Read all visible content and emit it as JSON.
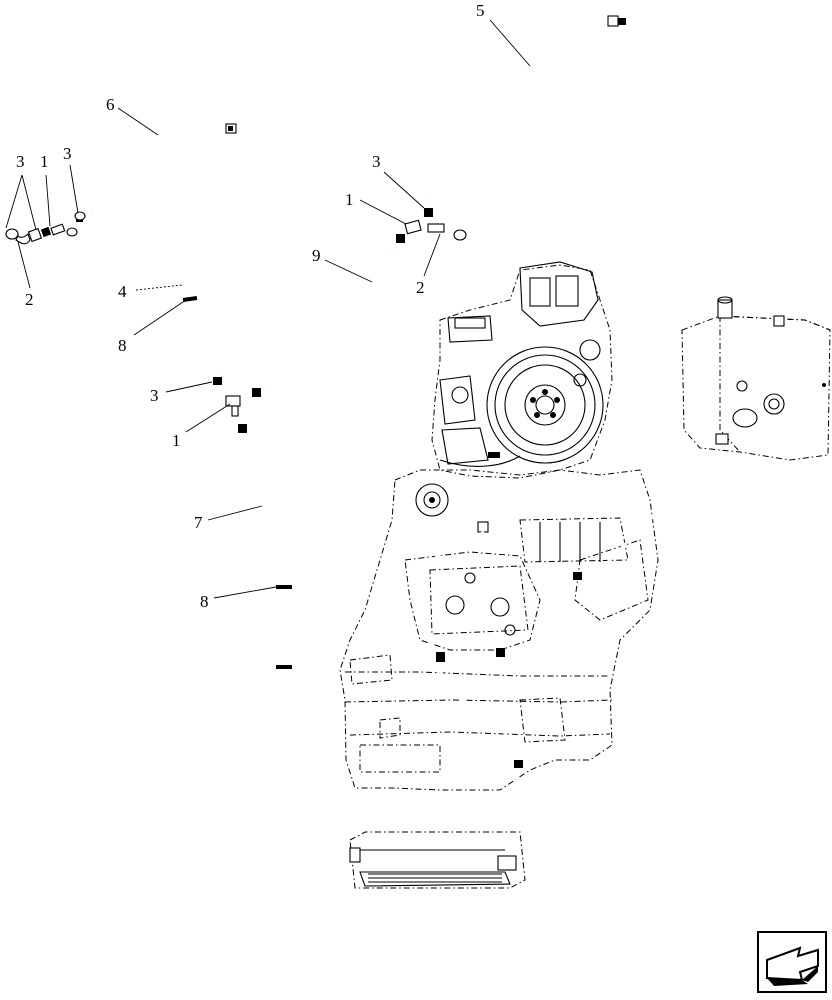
{
  "callouts": [
    {
      "id": "c3a",
      "text": "3"
    },
    {
      "id": "c1a",
      "text": "1"
    },
    {
      "id": "c3b",
      "text": "3"
    },
    {
      "id": "c2a",
      "text": "2"
    },
    {
      "id": "c6",
      "text": "6"
    },
    {
      "id": "c4",
      "text": "4"
    },
    {
      "id": "c8a",
      "text": "8"
    },
    {
      "id": "c3c",
      "text": "3"
    },
    {
      "id": "c1b",
      "text": "1"
    },
    {
      "id": "c7",
      "text": "7"
    },
    {
      "id": "c8b",
      "text": "8"
    },
    {
      "id": "c5",
      "text": "5"
    },
    {
      "id": "c3d",
      "text": "3"
    },
    {
      "id": "c1c",
      "text": "1"
    },
    {
      "id": "c9",
      "text": "9"
    },
    {
      "id": "c2b",
      "text": "2"
    }
  ],
  "nav": {
    "icon": "previous-page-arrow-icon"
  }
}
